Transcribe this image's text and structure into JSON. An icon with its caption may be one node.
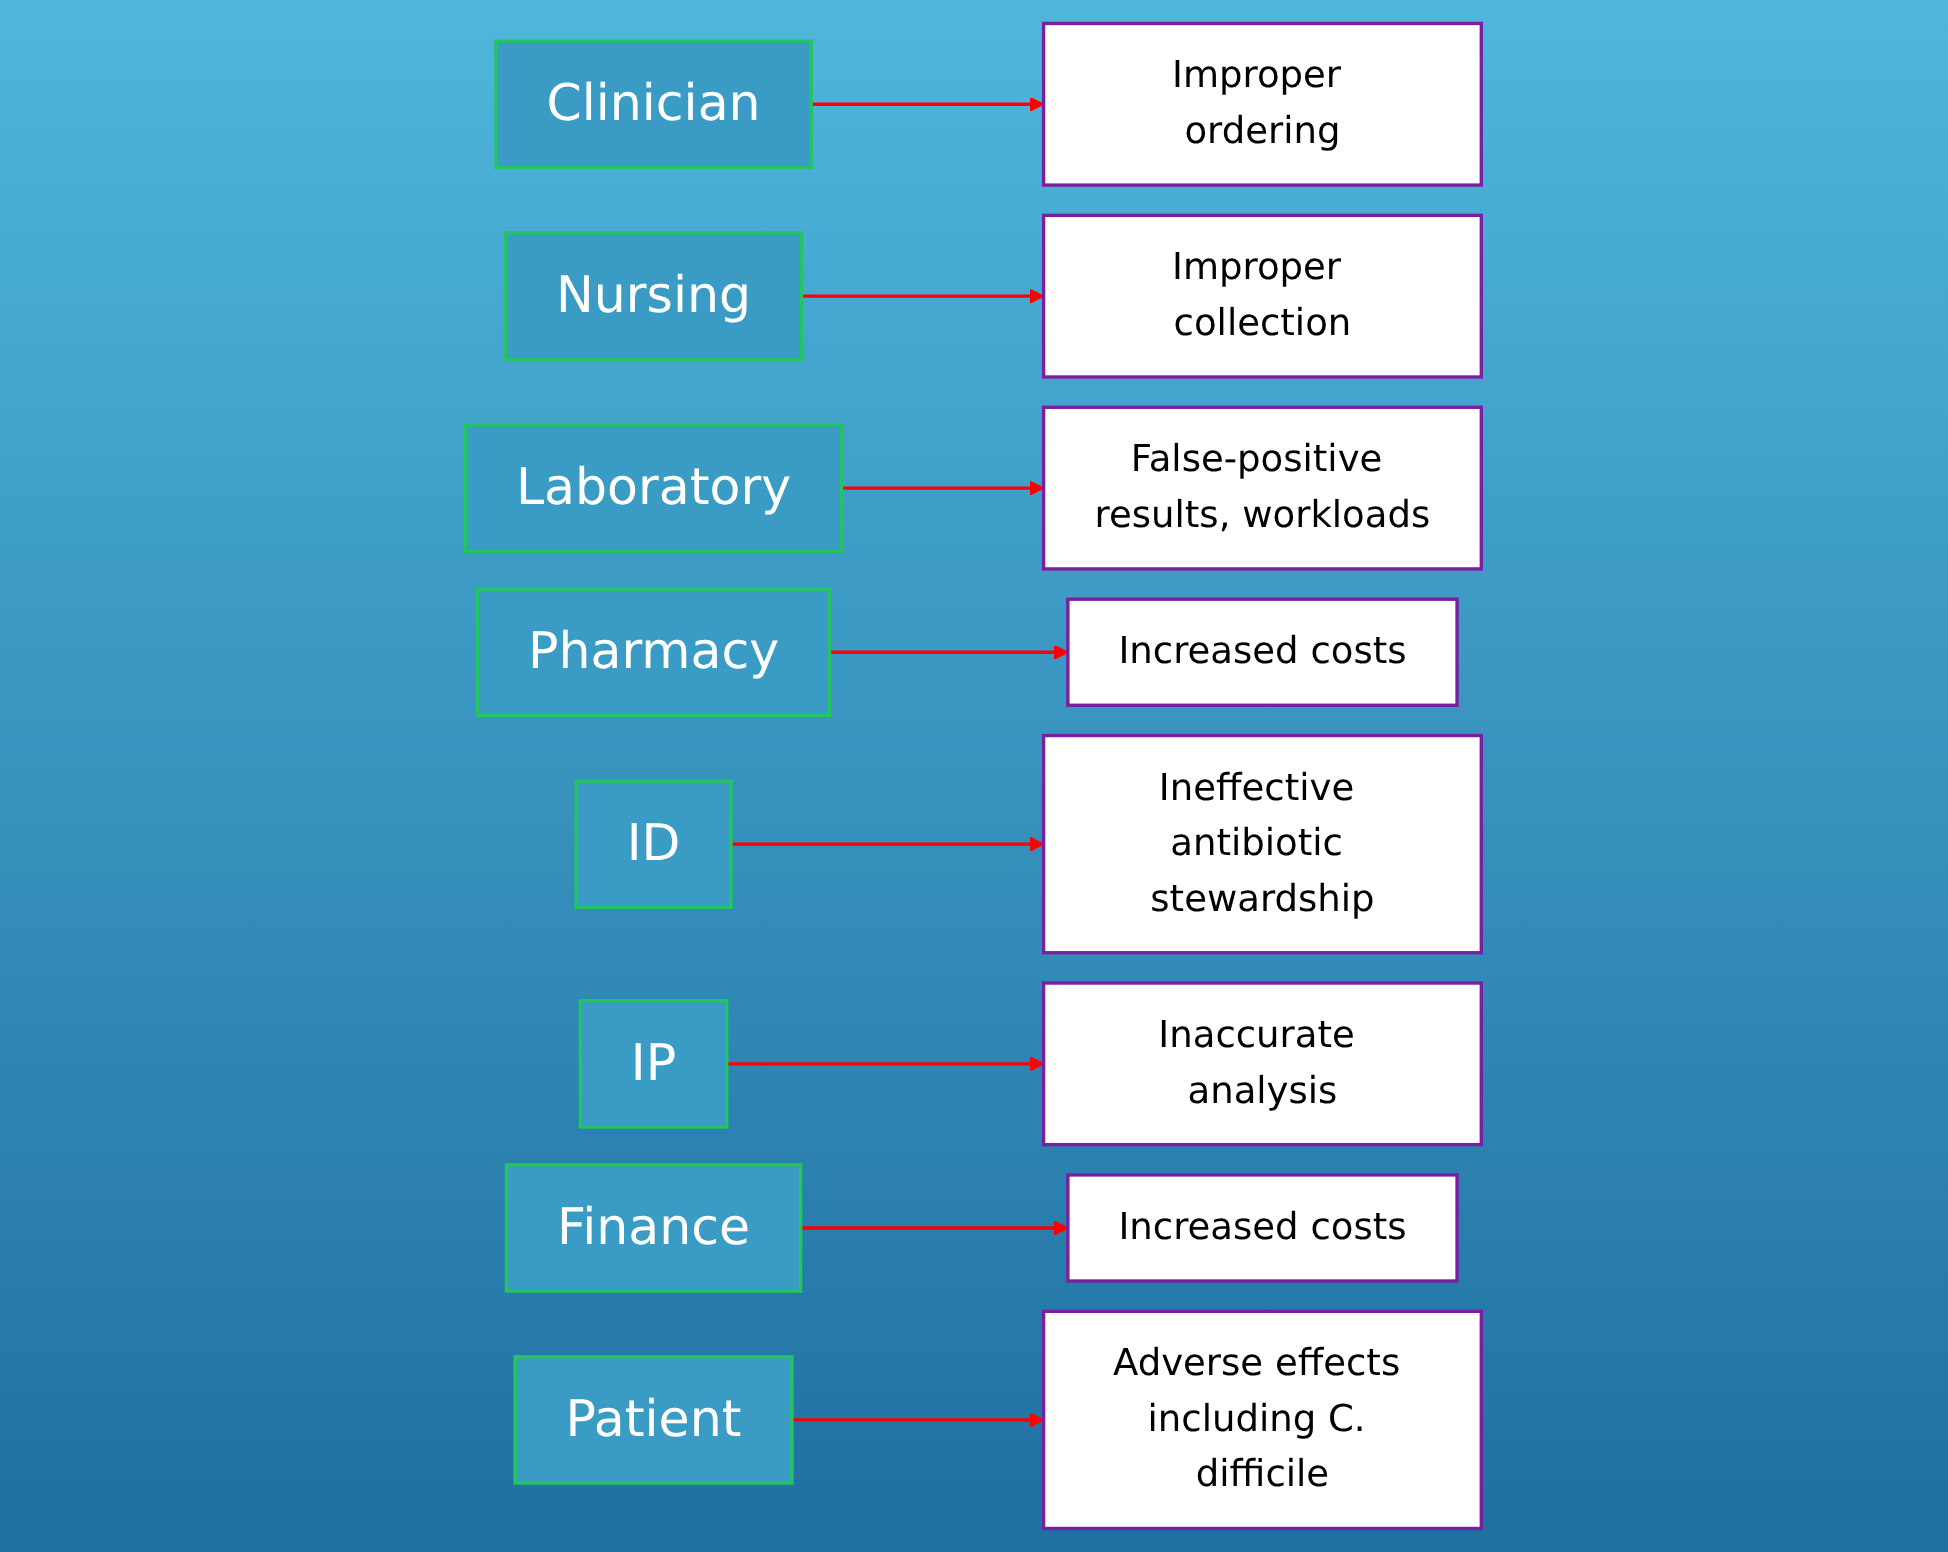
{
  "diagram": {
    "nodes": [
      {
        "text": [
          "Clinician"
        ]
      },
      {
        "text": [
          "Improper ordering"
        ]
      },
      {
        "text": [
          "Nursing"
        ]
      },
      {
        "text": [
          "Improper collection"
        ]
      },
      {
        "text": [
          "Laboratory"
        ]
      },
      {
        "text": [
          "False-positive results, workloads"
        ]
      },
      {
        "text": [
          "Pharmacy"
        ]
      },
      {
        "text": [
          "Increased costs"
        ]
      },
      {
        "text": [
          "ID"
        ]
      },
      {
        "text": [
          "Ineffective antibiotic stewardship"
        ]
      },
      {
        "text": [
          "IP"
        ]
      },
      {
        "text": [
          "Inaccurate analysis"
        ]
      },
      {
        "text": [
          "Finance"
        ]
      },
      {
        "text": [
          "Increased costs"
        ]
      },
      {
        "text": [
          "Patient"
        ]
      },
      {
        "text": [
          "Adverse effects including C. difficile"
        ]
      }
    ],
    "edges": [
      {
        "from": 0,
        "to": 1,
        "arrow": "to"
      },
      {
        "from": 2,
        "to": 3,
        "arrow": "to"
      },
      {
        "from": 4,
        "to": 5,
        "arrow": "to"
      },
      {
        "from": 6,
        "to": 7,
        "arrow": "to"
      },
      {
        "from": 8,
        "to": 9,
        "arrow": "to"
      },
      {
        "from": 10,
        "to": 11,
        "arrow": "to"
      },
      {
        "from": 12,
        "to": 13,
        "arrow": "to"
      },
      {
        "from": 14,
        "to": 15,
        "arrow": "to"
      }
    ]
  }
}
